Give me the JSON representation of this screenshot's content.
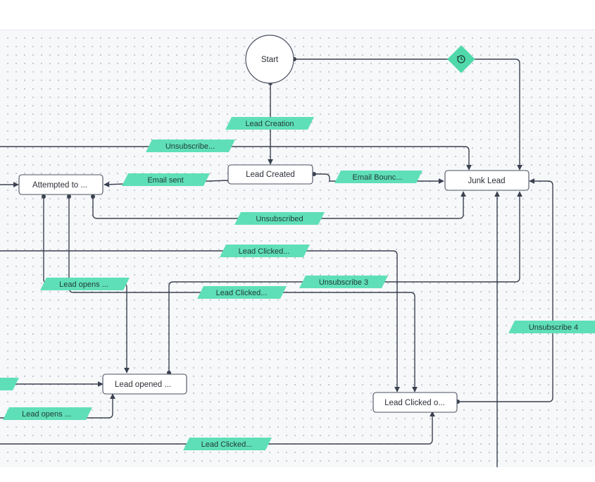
{
  "canvas": {
    "colors": {
      "edge": "#3a4150",
      "label_fill": "#5fdfb8",
      "node_fill": "#ffffff",
      "node_stroke": "#4a5060",
      "diamond_fill": "#4fd9aa"
    }
  },
  "nodes": {
    "start": "Start",
    "lead_created": "Lead Created",
    "junk_lead": "Junk Lead",
    "attempted_to": "Attempted to ...",
    "lead_opened": "Lead opened ...",
    "lead_clicked_o": "Lead Clicked o...",
    "timer_icon": "timer-icon"
  },
  "edge_labels": {
    "lead_creation": "Lead Creation",
    "unsubscribe_top": "Unsubscribe...",
    "email_sent": "Email sent",
    "email_bounce": "Email Bounc...",
    "unsubscribed": "Unsubscribed",
    "lead_clicked_1": "Lead Clicked...",
    "lead_opens_1": "Lead opens ...",
    "unsubscribe_3": "Unsubscribe 3",
    "lead_clicked_2": "Lead Clicked...",
    "unsubscribe_4": "Unsubscribe 4",
    "lead_opens_2": "Lead opens ...",
    "lead_clicked_3": "Lead Clicked..."
  }
}
